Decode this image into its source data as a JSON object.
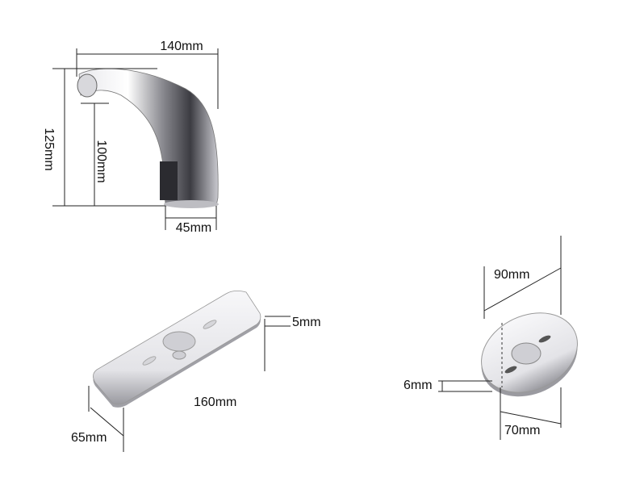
{
  "faucet": {
    "width_label": "140mm",
    "height_label": "125mm",
    "spout_height_label": "100mm",
    "base_label": "45mm"
  },
  "rect_plate": {
    "thickness_label": "5mm",
    "length_label": "160mm",
    "width_label": "65mm"
  },
  "oval_plate": {
    "length_label": "90mm",
    "thickness_label": "6mm",
    "width_label": "70mm"
  },
  "colors": {
    "chrome_light": "#f4f4f6",
    "chrome_dark": "#6b6b70",
    "line": "#222222"
  }
}
